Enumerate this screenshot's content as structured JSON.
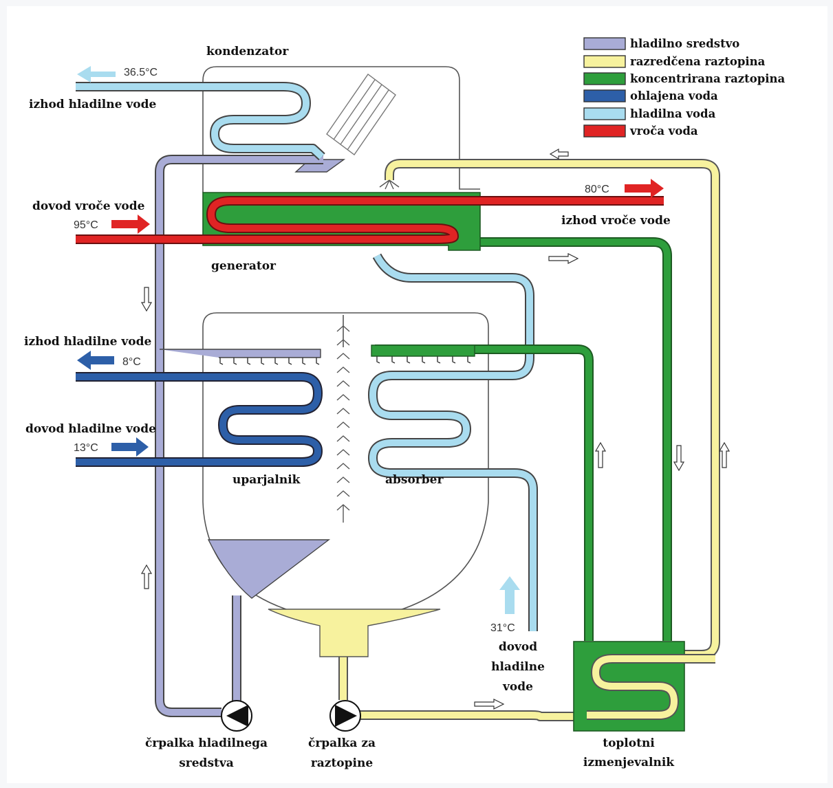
{
  "legend": [
    {
      "label": "hladilno sredstvo",
      "color": "#a9acd6"
    },
    {
      "label": "razredčena raztopina",
      "color": "#f7f29e"
    },
    {
      "label": "koncentrirana raztopina",
      "color": "#2e9e3c"
    },
    {
      "label": "ohlajena voda",
      "color": "#2d5fa8"
    },
    {
      "label": "hladilna voda",
      "color": "#a9dcef"
    },
    {
      "label": "vroča voda",
      "color": "#e02424"
    }
  ],
  "components": {
    "condenser": "kondenzator",
    "generator": "generator",
    "evaporator": "uparjalnik",
    "absorber": "absorber",
    "heat_exchanger_1": "toplotni",
    "heat_exchanger_2": "izmenjevalnik",
    "refrigerant_pump_1": "črpalka hladilnega",
    "refrigerant_pump_2": "sredstva",
    "solution_pump_1": "črpalka za",
    "solution_pump_2": "raztopine"
  },
  "ports": {
    "cooling_water_out_top": "izhod hladilne vode",
    "cooling_water_out_temp": "36.5°C",
    "hot_water_in": "dovod vroče vode",
    "hot_water_in_temp": "95°C",
    "hot_water_out": "izhod vroče vode",
    "hot_water_out_temp": "80°C",
    "chilled_water_out": "izhod hladilne vode",
    "chilled_water_out_temp": "8°C",
    "chilled_water_in": "dovod hladilne vode",
    "chilled_water_in_temp": "13°C",
    "cooling_water_in_1": "dovod",
    "cooling_water_in_2": "hladilne",
    "cooling_water_in_3": "vode",
    "cooling_water_in_temp": "31°C"
  }
}
